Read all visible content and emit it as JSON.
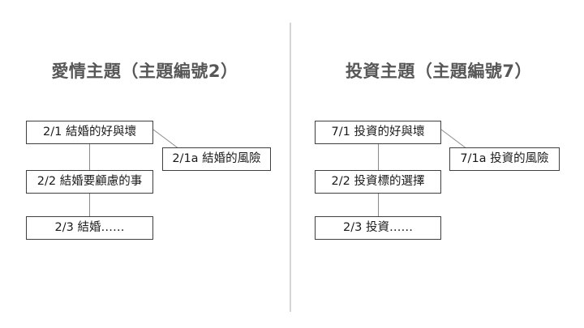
{
  "page": {
    "background_color": "#ffffff",
    "divider_color": "#d4d4d4",
    "title_color": "#575757",
    "box_border_color": "#3f3f3f",
    "connector_color": "#8a8a8a",
    "text_color": "#1a1a1a"
  },
  "columns": [
    {
      "id": "love",
      "title": "愛情主題（主題編號2）",
      "nodes": [
        {
          "id": "l1",
          "label": "2/1 結婚的好與壞"
        },
        {
          "id": "l1a",
          "label": "2/1a 結婚的風險"
        },
        {
          "id": "l2",
          "label": "2/2 結婚要顧慮的事"
        },
        {
          "id": "l3",
          "label": "2/3 結婚……"
        }
      ]
    },
    {
      "id": "investment",
      "title": "投資主題（主題編號7）",
      "nodes": [
        {
          "id": "r1",
          "label": "7/1 投資的好與壞"
        },
        {
          "id": "r1a",
          "label": "7/1a 投資的風險"
        },
        {
          "id": "r2",
          "label": "2/2 投資標的選擇"
        },
        {
          "id": "r3",
          "label": "2/3 投資……"
        }
      ]
    }
  ]
}
